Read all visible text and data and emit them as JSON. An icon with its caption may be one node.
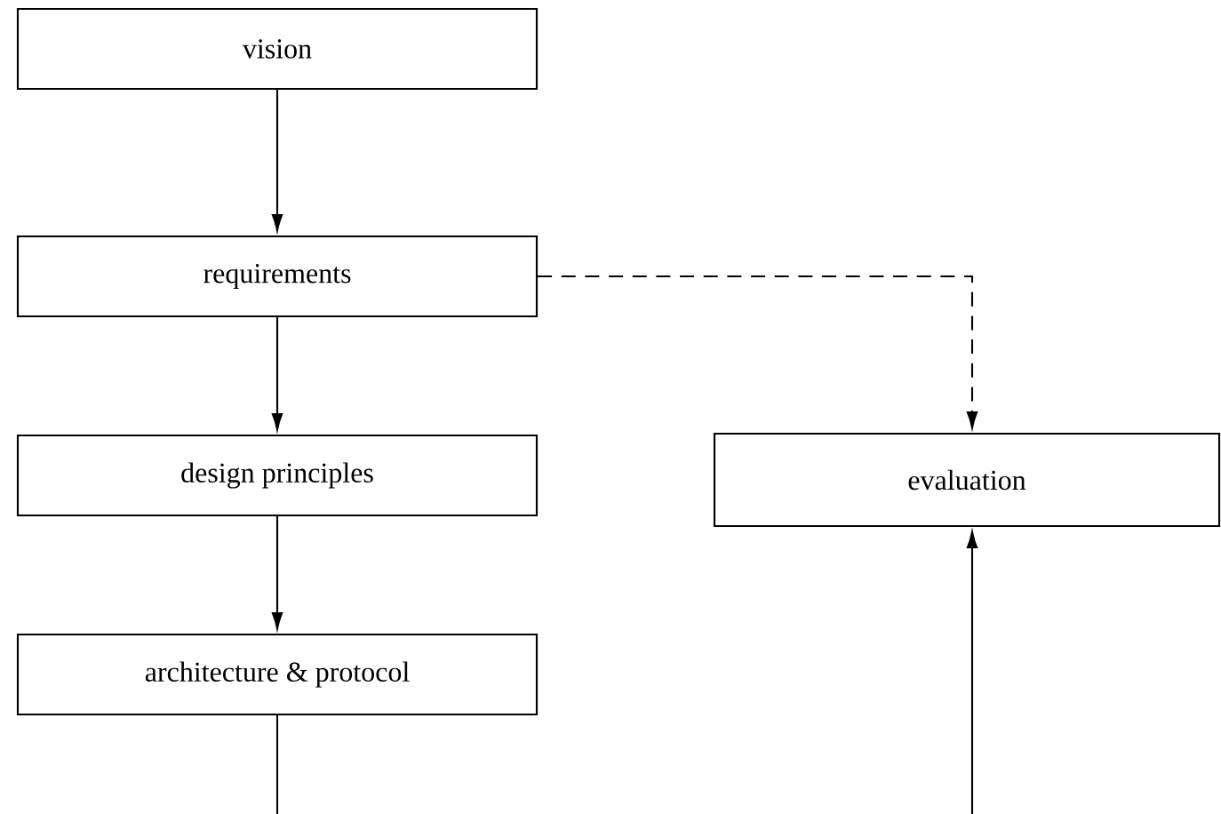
{
  "diagram": {
    "nodes": [
      {
        "text": [
          "vision"
        ]
      },
      {
        "text": [
          "requirements"
        ]
      },
      {
        "text": [
          "design principles"
        ]
      },
      {
        "text": [
          "architecture & protocol"
        ]
      },
      {
        "text": [
          "evaluation"
        ]
      }
    ],
    "edges": [
      {
        "from": 0,
        "to": 1,
        "arrow": "to"
      },
      {
        "from": 1,
        "to": 2,
        "arrow": "to"
      },
      {
        "from": 2,
        "to": 3,
        "arrow": "to"
      },
      {
        "from": 1,
        "to": 4,
        "arrow": "to",
        "style": "dashed"
      },
      {
        "from": 3,
        "to": null,
        "arrow": "none"
      },
      {
        "from": null,
        "to": 4,
        "arrow": "to"
      }
    ]
  }
}
